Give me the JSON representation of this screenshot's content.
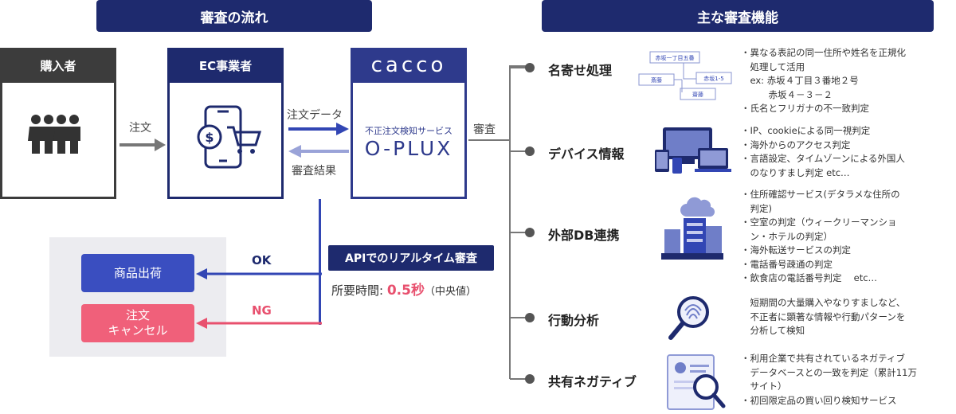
{
  "headers": {
    "flow": "審査の流れ",
    "features": "主な審査機能"
  },
  "flow": {
    "buyer": "購入者",
    "ec": "EC事業者",
    "service_sub": "不正注文検知サービス",
    "service_name": "O-PLUX",
    "brand": "cacco",
    "order": "注文",
    "order_data": "注文データ",
    "result": "審査結果",
    "screening": "審査",
    "api": "APIでのリアルタイム審査",
    "time_label": "所要時間: ",
    "time_value": "0.5秒",
    "time_note": "（中央値）",
    "ok": "OK",
    "ng": "NG",
    "ship": "商品出荷",
    "cancel_line1": "注文",
    "cancel_line2": "キャンセル"
  },
  "colors": {
    "navy": "#1e2a6e",
    "blue": "#3246b4",
    "accent_red": "#e8506e",
    "cancel": "#f0607a"
  },
  "features": [
    {
      "title": "名寄せ処理",
      "icon": "address-matching-icon",
      "card_labels": [
        "赤坂一丁目五番",
        "赤坂1-5",
        "斎藤",
        "齋藤"
      ],
      "desc": [
        "・異なる表記の同一住所や姓名を正規化",
        "　処理して活用",
        "　ex: 赤坂４丁目３番地２号",
        "　　　赤坂４－３－２",
        "・氏名とフリガナの不一致判定"
      ]
    },
    {
      "title": "デバイス情報",
      "icon": "devices-icon",
      "desc": [
        "・IP、cookieによる同一視判定",
        "・海外からのアクセス判定",
        "・言語設定、タイムゾーンによる外国人",
        "　のなりすまし判定 etc…"
      ]
    },
    {
      "title": "外部DB連携",
      "icon": "database-icon",
      "desc": [
        "・住所確認サービス(デタラメな住所の",
        "　判定)",
        "・空室の判定（ウィークリーマンショ",
        "　ン・ホテルの判定）",
        "・海外転送サービスの判定",
        "・電話番号疎通の判定",
        "・飲食店の電話番号判定　 etc…"
      ]
    },
    {
      "title": "行動分析",
      "icon": "fingerprint-magnifier-icon",
      "desc": [
        "　短期間の大量購入やなりすましなど、",
        "　不正者に顕著な情報や行動パターンを",
        "　分析して検知"
      ]
    },
    {
      "title": "共有ネガティブ",
      "icon": "shared-negative-icon",
      "desc": [
        "・利用企業で共有されているネガティブ",
        "　データベースとの一致を判定（累計11万",
        "　サイト）",
        "・初回限定品の買い回り検知サービス"
      ]
    }
  ]
}
